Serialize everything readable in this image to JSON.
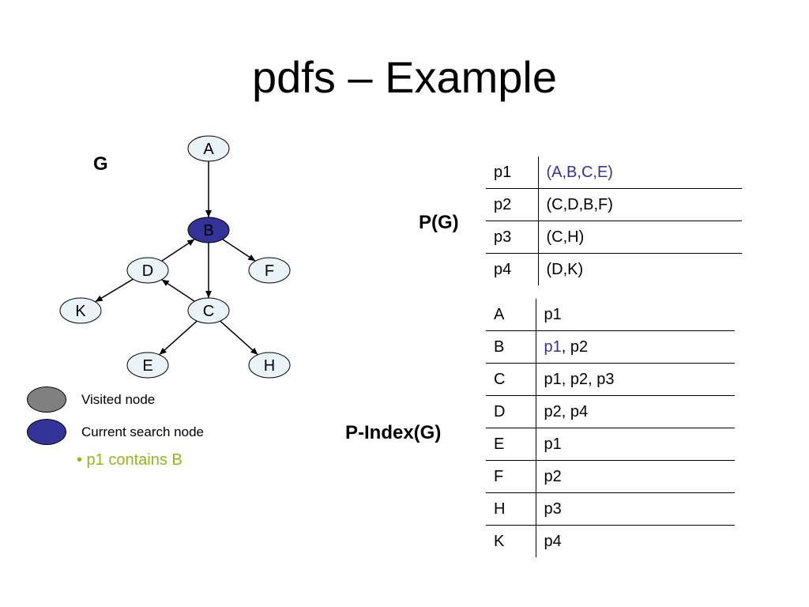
{
  "slide": {
    "title": "pdfs – Example"
  },
  "graph": {
    "label": "G",
    "nodes": [
      {
        "id": "A",
        "state": "normal"
      },
      {
        "id": "B",
        "state": "current"
      },
      {
        "id": "D",
        "state": "normal"
      },
      {
        "id": "F",
        "state": "normal"
      },
      {
        "id": "K",
        "state": "normal"
      },
      {
        "id": "C",
        "state": "normal"
      },
      {
        "id": "E",
        "state": "normal"
      },
      {
        "id": "H",
        "state": "normal"
      }
    ],
    "edges": [
      {
        "from": "A",
        "to": "B"
      },
      {
        "from": "D",
        "to": "B"
      },
      {
        "from": "B",
        "to": "F"
      },
      {
        "from": "B",
        "to": "C"
      },
      {
        "from": "D",
        "to": "K"
      },
      {
        "from": "C",
        "to": "D"
      },
      {
        "from": "C",
        "to": "E"
      },
      {
        "from": "C",
        "to": "H"
      }
    ]
  },
  "legend": {
    "visited_label": "Visited node",
    "current_label": "Current search node",
    "colors": {
      "visited": "#808080",
      "current": "#333399",
      "normal": "#eaf3f7"
    }
  },
  "note": "• p1 contains B",
  "pg_table": {
    "label": "P(G)",
    "rows": [
      {
        "key": "p1",
        "value": "(A,B,C,E)",
        "highlight": true
      },
      {
        "key": "p2",
        "value": "(C,D,B,F)",
        "highlight": false
      },
      {
        "key": "p3",
        "value": "(C,H)",
        "highlight": false
      },
      {
        "key": "p4",
        "value": "(D,K)",
        "highlight": false
      }
    ]
  },
  "pindex_table": {
    "label": "P-Index(G)",
    "rows": [
      {
        "key": "A",
        "value": "p1"
      },
      {
        "key": "B",
        "value_highlight": "p1",
        "value": ", p2"
      },
      {
        "key": "C",
        "value": "p1, p2, p3"
      },
      {
        "key": "D",
        "value": "p2, p4"
      },
      {
        "key": "E",
        "value": "p1"
      },
      {
        "key": "F",
        "value": "p2"
      },
      {
        "key": "H",
        "value": "p3"
      },
      {
        "key": "K",
        "value": "p4"
      }
    ]
  },
  "highlight_color": "#333399"
}
